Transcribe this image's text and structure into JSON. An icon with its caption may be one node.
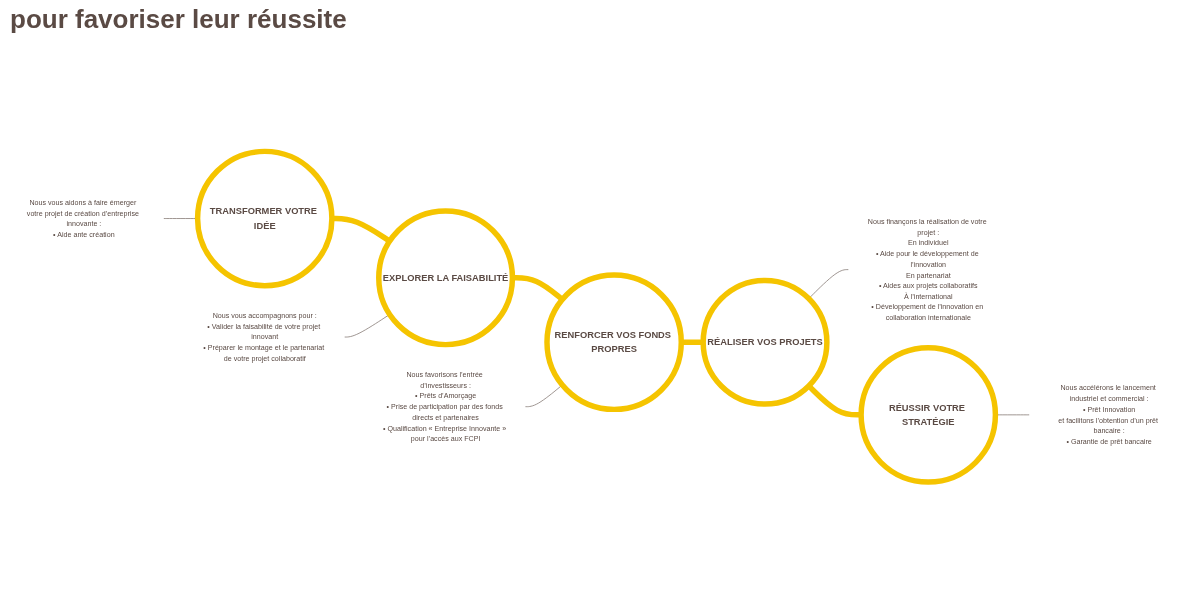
{
  "diagram": {
    "title": "pour favoriser leur réussite",
    "nodes": [
      {
        "text": [
          "Nous vous aidons à faire émerger votre projet de création d’entreprise innovante :",
          "• Aide ante création"
        ]
      },
      {
        "text": [
          "TRANSFORMER VOTRE IDÉE"
        ]
      },
      {
        "text": [
          "Nous vous accompagnons pour :",
          "• Valider la faisabilité de votre projet innovant",
          "• Préparer le montage et le partenariat de votre projet collaboratif"
        ]
      },
      {
        "text": [
          "EXPLORER LA FAISABILITÉ"
        ]
      },
      {
        "text": [
          "Nous favorisons l’entrée d’investisseurs :",
          "• Prêts d’Amorçage",
          "• Prise de participation par des fonds directs et partenaires",
          "• Qualification « Entreprise Innovante » pour l’accès aux FCPI"
        ]
      },
      {
        "text": [
          "RENFORCER VOS FONDS PROPRES"
        ]
      },
      {
        "text": [
          "RÉALISER VOS PROJETS"
        ]
      },
      {
        "text": [
          "Nous finançons la réalisation de votre projet :",
          "En individuel",
          "• Aide pour le développement de l’innovation",
          "En partenariat",
          "• Aides aux projets collaboratifs",
          "À l’international",
          "• Développement de l’innovation en collaboration internationale"
        ]
      },
      {
        "text": [
          "RÉUSSIR VOTRE STRATÉGIE"
        ]
      },
      {
        "text": [
          "Nous accélérons le lancement industriel et commercial :",
          "• Prêt Innovation",
          "et facilitons l’obtention d’un prêt bancaire :",
          "• Garantie de prêt bancaire"
        ]
      }
    ],
    "edges": [
      {
        "from": 0,
        "to": 1,
        "arrow": "none"
      },
      {
        "from": 1,
        "to": 3,
        "arrow": "none",
        "style": "thick",
        "color": "#f5c400"
      },
      {
        "from": 2,
        "to": 3,
        "arrow": "none"
      },
      {
        "from": 3,
        "to": 5,
        "arrow": "none",
        "style": "thick",
        "color": "#f5c400"
      },
      {
        "from": 4,
        "to": 5,
        "arrow": "none"
      },
      {
        "from": 5,
        "to": 6,
        "arrow": "none",
        "style": "thick",
        "color": "#f5c400"
      },
      {
        "from": 6,
        "to": 7,
        "arrow": "none"
      },
      {
        "from": 6,
        "to": 8,
        "arrow": "none",
        "style": "thick",
        "color": "#f5c400"
      },
      {
        "from": 8,
        "to": 9,
        "arrow": "none"
      }
    ]
  }
}
